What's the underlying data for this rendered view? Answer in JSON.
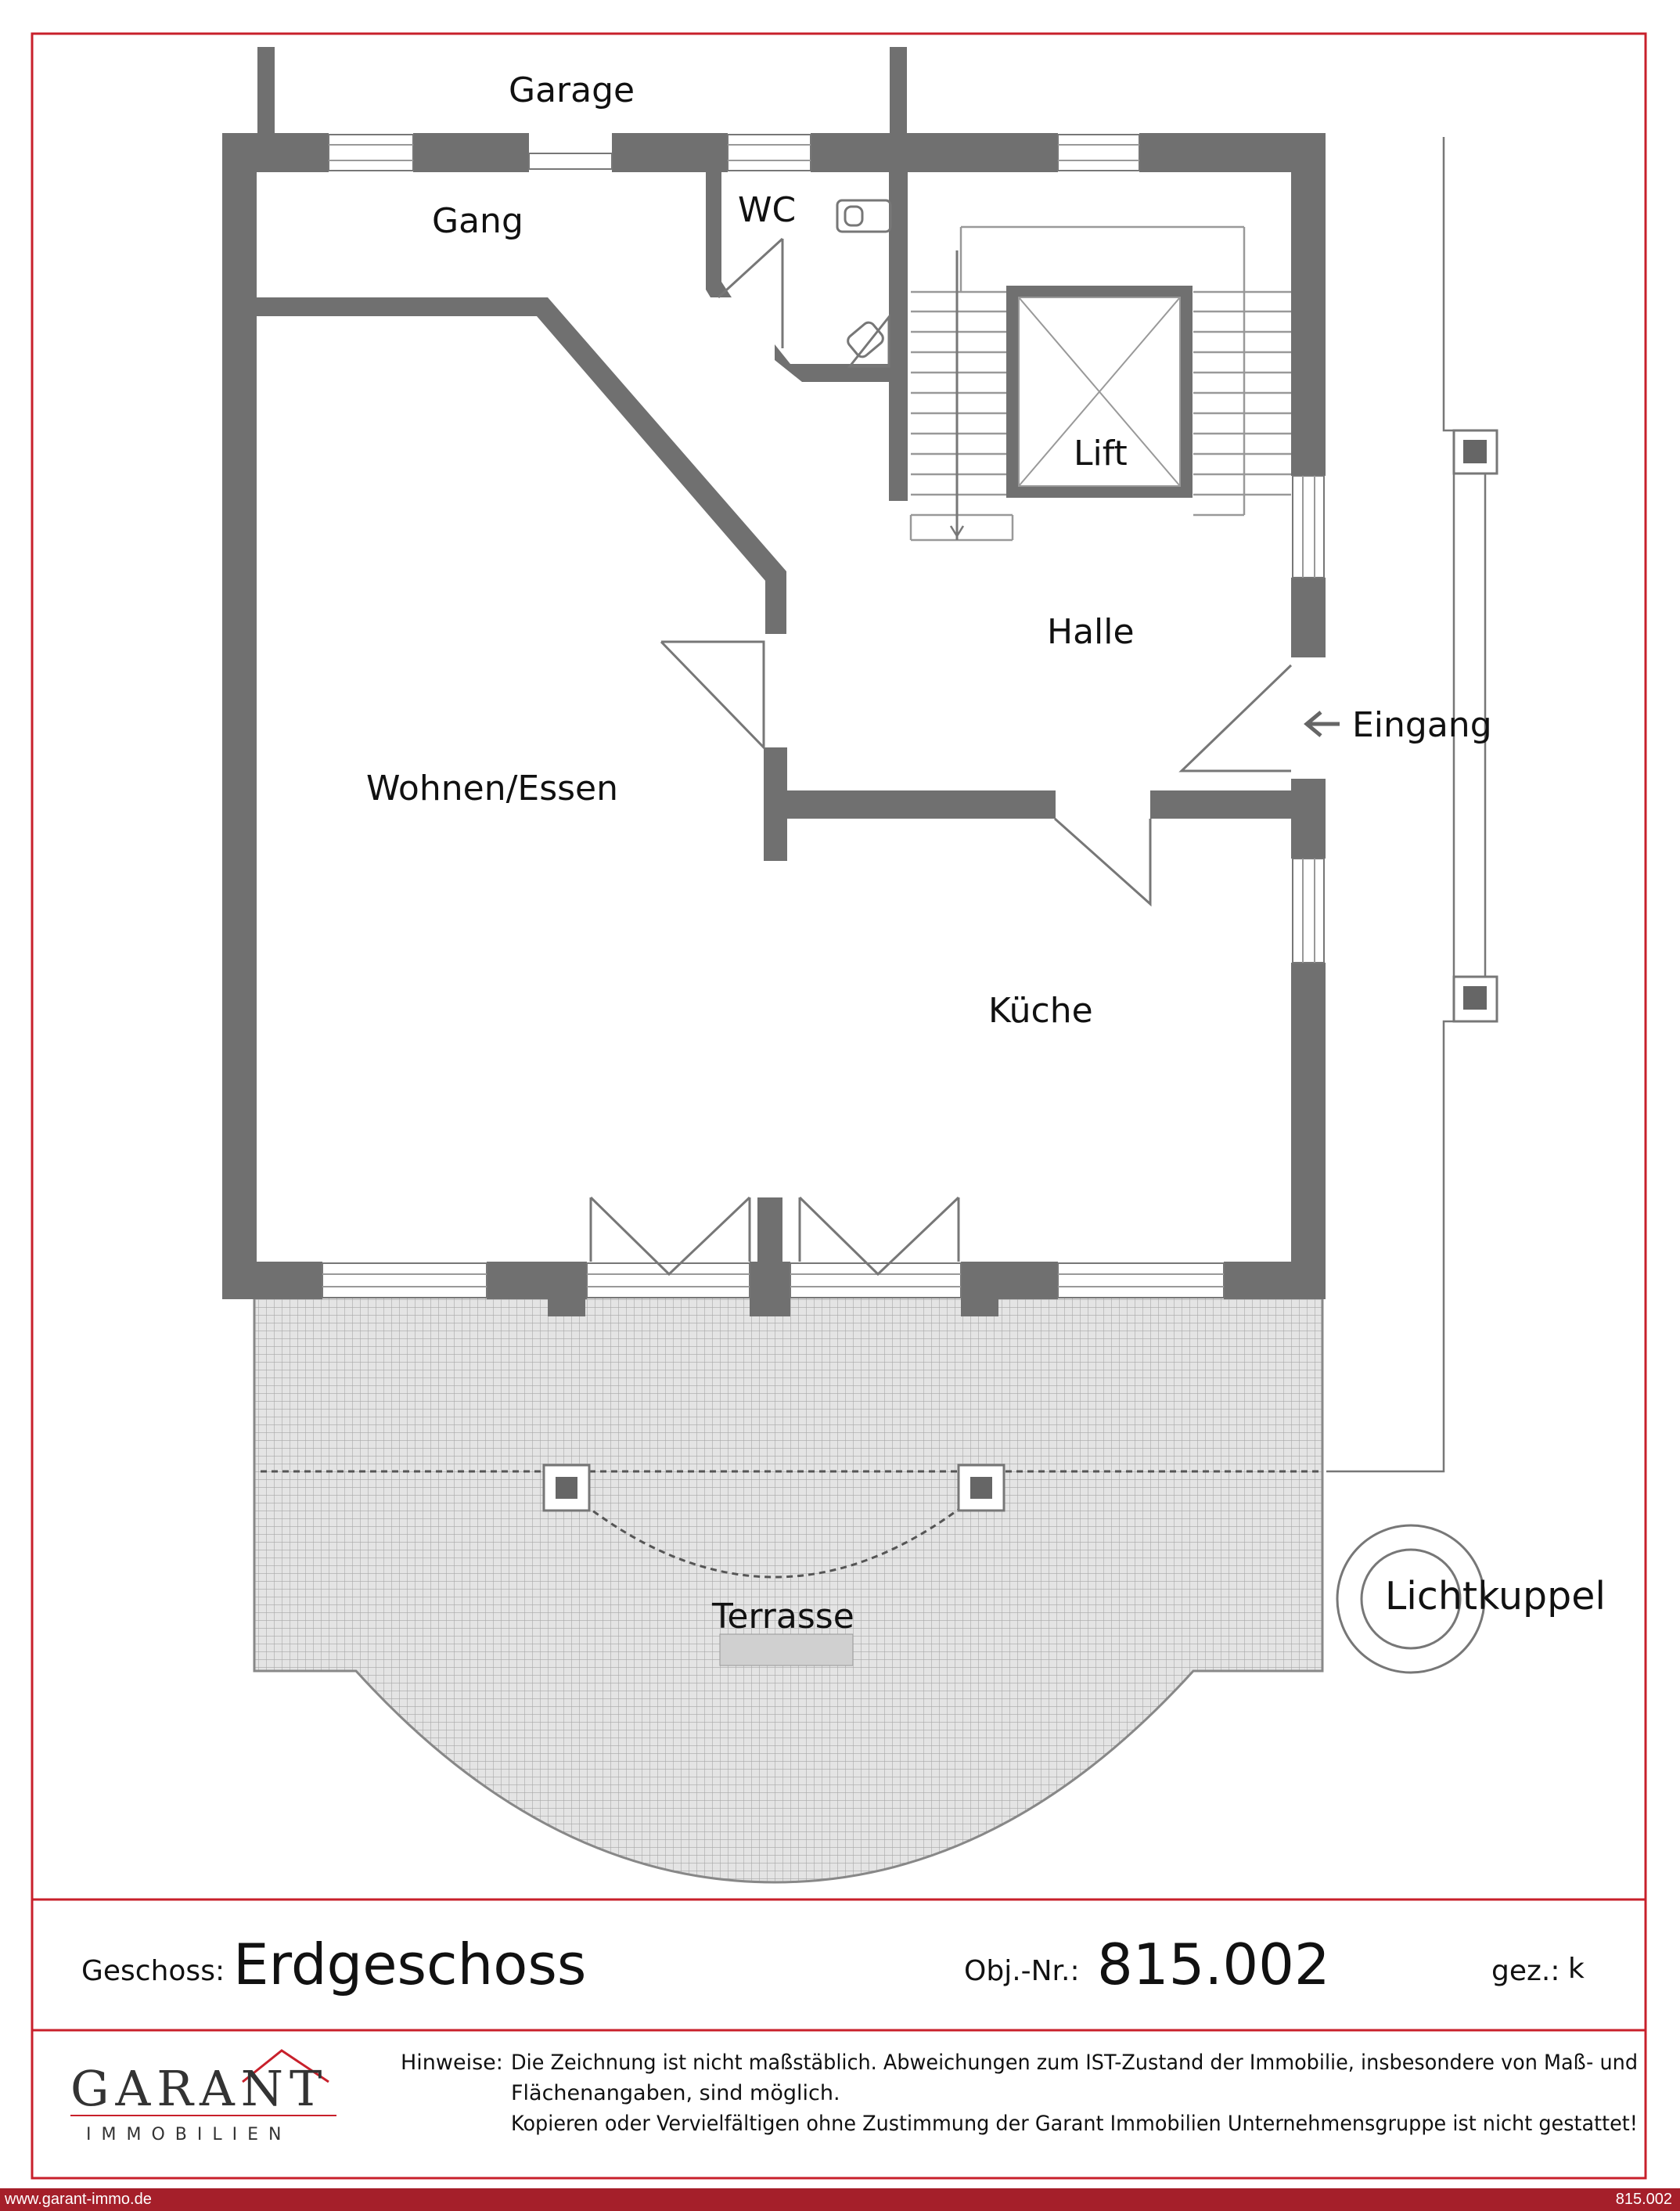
{
  "rooms": {
    "garage": "Garage",
    "gang": "Gang",
    "wc": "WC",
    "lift": "Lift",
    "halle": "Halle",
    "eingang": "Eingang",
    "wohnen_essen": "Wohnen/Essen",
    "kueche": "Küche",
    "terrasse": "Terrasse",
    "lichtkuppel": "Lichtkuppel"
  },
  "footer": {
    "geschoss_label": "Geschoss:",
    "geschoss_value": "Erdgeschoss",
    "obj_label": "Obj.-Nr.:",
    "obj_value": "815.002",
    "gez_label": "gez.:",
    "gez_value": "k",
    "logo_main": "GARANT",
    "logo_sub": "IMMOBILIEN",
    "hinweise_label": "Hinweise:",
    "hinweise_line1": "Die Zeichnung ist nicht maßstäblich. Abweichungen zum IST-Zustand der Immobilie, insbesondere von Maß- und",
    "hinweise_line2": "Flächenangaben, sind möglich.",
    "hinweise_line3": "Kopieren oder Vervielfältigen ohne Zustimmung der Garant Immobilien Unternehmensgruppe ist nicht gestattet!"
  },
  "bottom_bar": {
    "website": "www.garant-immo.de",
    "number": "815.002"
  },
  "colors": {
    "frame_red": "#c8202b",
    "bar_red": "#a51f2a",
    "wall_gray": "#707070",
    "terrace_fill": "#cfcfcf"
  }
}
